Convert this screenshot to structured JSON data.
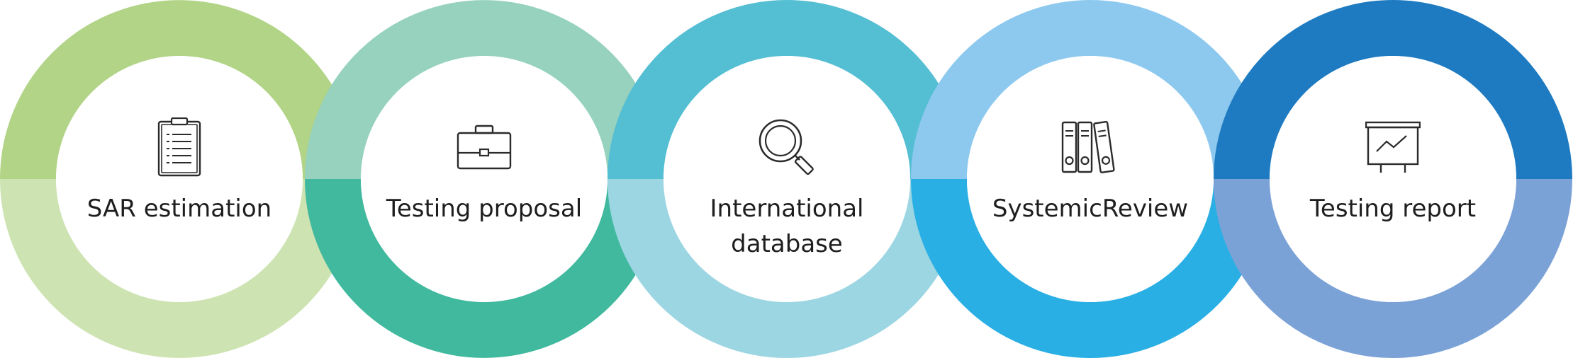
{
  "steps": [
    {
      "label": "SAR estimation",
      "label_lines": [
        "SAR estimation"
      ],
      "icon": "clipboard-icon",
      "color_top": "#b1d487",
      "color_bottom": "#cde3b1"
    },
    {
      "label": "Testing proposal",
      "label_lines": [
        "Testing proposal"
      ],
      "icon": "briefcase-icon",
      "color_top": "#96d2be",
      "color_bottom": "#40b99f"
    },
    {
      "label": "International database",
      "label_lines": [
        "International",
        "database"
      ],
      "icon": "magnifier-icon",
      "color_top": "#54bed3",
      "color_bottom": "#9cd6e2"
    },
    {
      "label": "SystemicReview",
      "label_lines": [
        "SystemicReview"
      ],
      "icon": "binders-icon",
      "color_top": "#8dc9ef",
      "color_bottom": "#2aafe5"
    },
    {
      "label": "Testing report",
      "label_lines": [
        "Testing report"
      ],
      "icon": "presentation-board-icon",
      "color_top": "#1e7bc1",
      "color_bottom": "#7ba2d6"
    }
  ],
  "background_color": "#ffffff",
  "text_color": "#1e1e1e",
  "icon_color": "#2b2b2b"
}
